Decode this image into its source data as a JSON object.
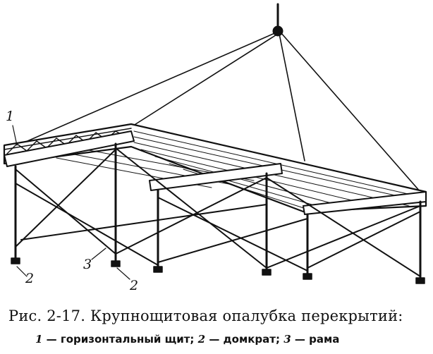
{
  "figure": {
    "callouts": [
      {
        "num": "1"
      },
      {
        "num": "2"
      },
      {
        "num": "2"
      },
      {
        "num": "3"
      }
    ]
  },
  "caption": {
    "title": "Рис. 2-17. Крупнощитовая опалубка перекрытий:",
    "legend": [
      {
        "num": "1",
        "text": "— горизонтальный щит;"
      },
      {
        "num": "2",
        "text": "— домкрат;"
      },
      {
        "num": "3",
        "text": "— рама"
      }
    ]
  }
}
